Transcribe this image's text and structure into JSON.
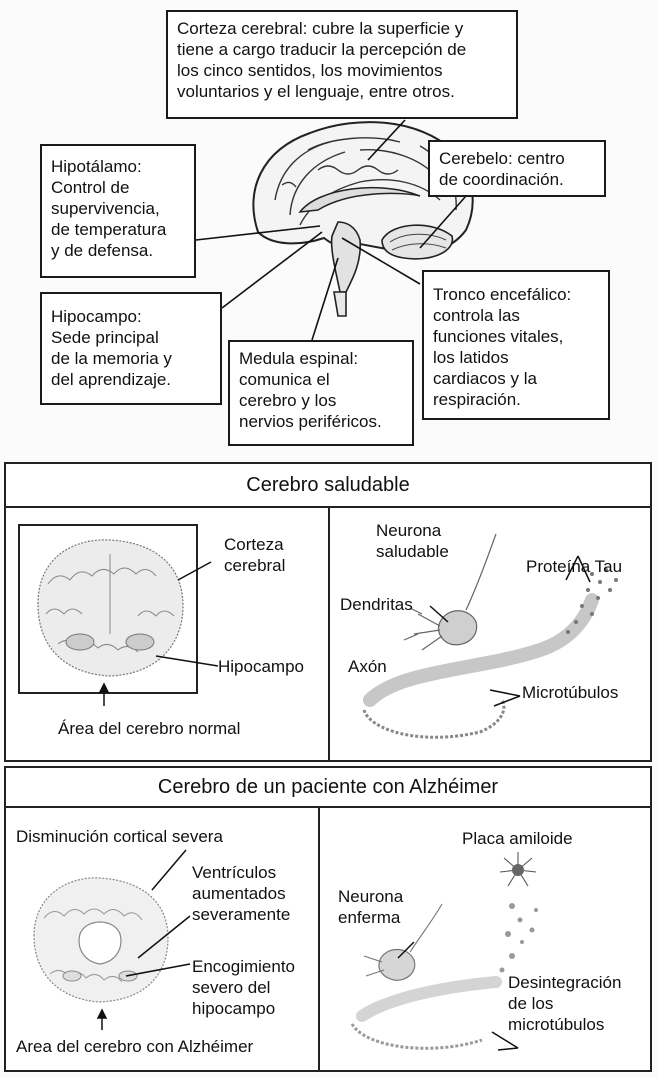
{
  "anatomy": {
    "corteza": [
      "Corteza cerebral: cubre la superficie y",
      "tiene a cargo traducir la percepción de",
      "los cinco sentidos, los movimientos",
      "voluntarios y el lenguaje, entre otros."
    ],
    "hipotalamo": [
      "Hipotálamo:",
      "Control de",
      "supervivencia,",
      "de temperatura",
      "y de defensa."
    ],
    "cerebelo": [
      "Cerebelo: centro",
      "de coordinación."
    ],
    "hipocampo": [
      "Hipocampo:",
      "Sede principal",
      "de la memoria y",
      "del aprendizaje."
    ],
    "tronco": [
      "Tronco encefálico:",
      "controla las",
      "funciones vitales,",
      "los latidos",
      "cardiacos y la",
      "respiración."
    ],
    "medula": [
      "Medula espinal:",
      "comunica el",
      "cerebro y los",
      "nervios periféricos."
    ]
  },
  "healthy": {
    "title": "Cerebro saludable",
    "corteza": [
      "Corteza",
      "cerebral"
    ],
    "hipocampo": "Hipocampo",
    "area": "Área del cerebro normal",
    "neurona": [
      "Neurona",
      "saludable"
    ],
    "dendritas": "Dendritas",
    "axon": "Axón",
    "tau": "Proteína Tau",
    "microtubulos": "Microtúbulos"
  },
  "alz": {
    "title": "Cerebro de un paciente con Alzhéimer",
    "disminucion": "Disminución cortical severa",
    "ventriculos": [
      "Ventrículos",
      "aumentados",
      "severamente"
    ],
    "encogimiento": [
      "Encogimiento",
      "severo del",
      "hipocampo"
    ],
    "area": "Area del cerebro con Alzhéimer",
    "placa": "Placa amiloide",
    "neurona": [
      "Neurona",
      "enferma"
    ],
    "desintegracion": [
      "Desintegración",
      "de los",
      "microtúbulos"
    ]
  }
}
